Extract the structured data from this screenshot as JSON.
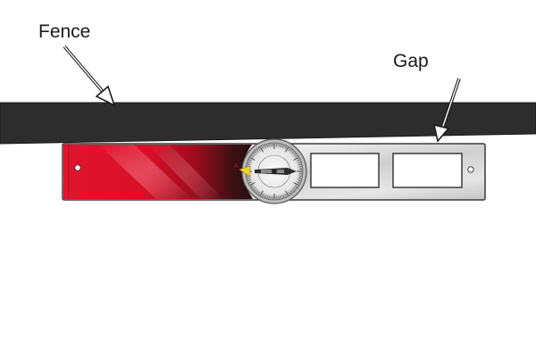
{
  "labels": {
    "fence": "Fence",
    "gap": "Gap"
  },
  "dial_marker": "A",
  "colors": {
    "fence": "#2d2d2d",
    "blade_red": "#d8102a",
    "body_silver": "#d6d6d6",
    "outline": "#3a3a3a",
    "window": "#ffffff"
  },
  "icons": {
    "fence_arrow": "arrow-down-right-icon",
    "gap_arrow": "arrow-down-left-icon",
    "dial": "protractor-dial-icon"
  }
}
